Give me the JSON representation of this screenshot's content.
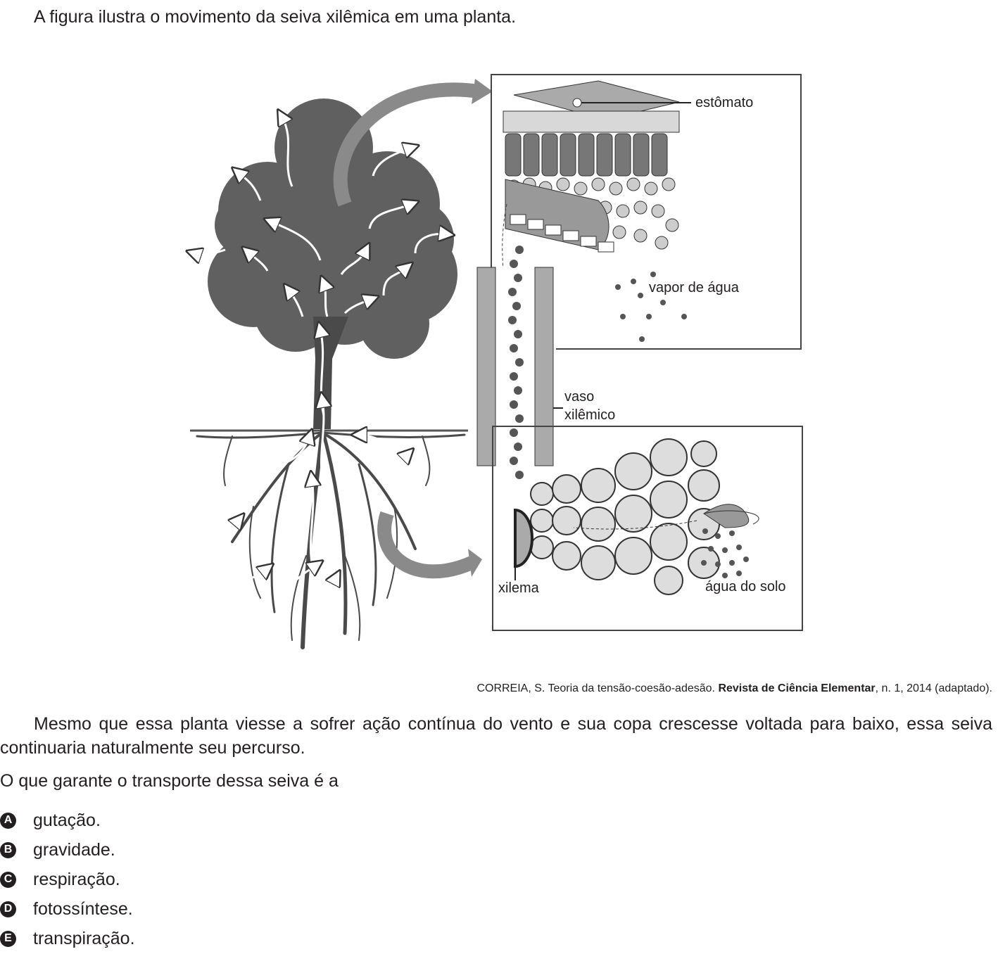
{
  "intro": "A figura ilustra o movimento da seiva xilêmica em uma planta.",
  "figure": {
    "labels": {
      "stomata": "estômato",
      "vapor": "vapor de água",
      "vessel_line1": "vaso",
      "vessel_line2": "xilêmico",
      "xylem": "xilema",
      "soil_water": "água do solo"
    }
  },
  "source": {
    "author": "CORREIA, S. Teoria da tensão-coesão-adesão. ",
    "journal": "Revista de Ciência Elementar",
    "details": ", n. 1, 2014 (adaptado)."
  },
  "paragraph": "Mesmo que essa planta viesse a sofrer ação contínua do vento e sua copa crescesse voltada para baixo, essa seiva continuaria naturalmente seu percurso.",
  "question": "O que garante o transporte dessa seiva é a",
  "options": [
    {
      "letter": "A",
      "text": "gutação."
    },
    {
      "letter": "B",
      "text": "gravidade."
    },
    {
      "letter": "C",
      "text": "respiração."
    },
    {
      "letter": "D",
      "text": "fotossíntese."
    },
    {
      "letter": "E",
      "text": "transpiração."
    }
  ]
}
